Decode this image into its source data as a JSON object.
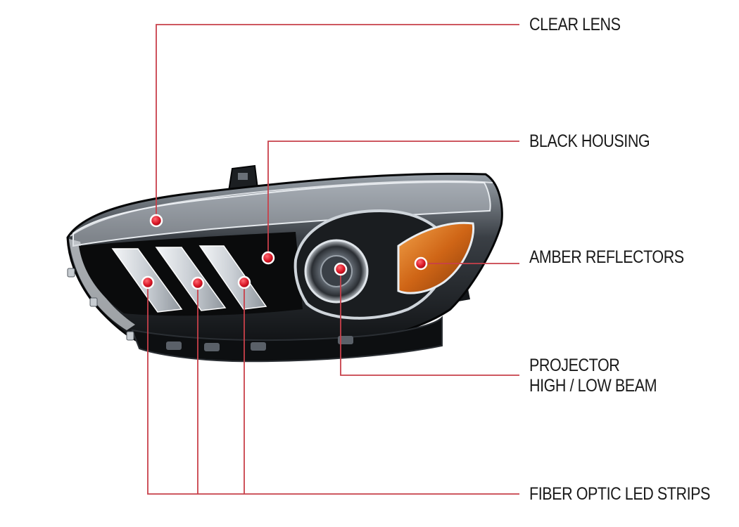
{
  "colors": {
    "callout_line": "#c8404a",
    "marker_fill": "#d81424",
    "label_text": "#1a1a1a",
    "amber": "#d06a1a",
    "housing": "#101214"
  },
  "callouts": [
    {
      "id": "clear-lens",
      "text": "CLEAR LENS"
    },
    {
      "id": "black-housing",
      "text": "BLACK HOUSING"
    },
    {
      "id": "amber-reflectors",
      "text": "AMBER REFLECTORS"
    },
    {
      "id": "projector",
      "line1": "PROJECTOR",
      "line2": "HIGH / LOW BEAM"
    },
    {
      "id": "fiber-optic",
      "text": "FIBER OPTIC LED STRIPS"
    }
  ]
}
